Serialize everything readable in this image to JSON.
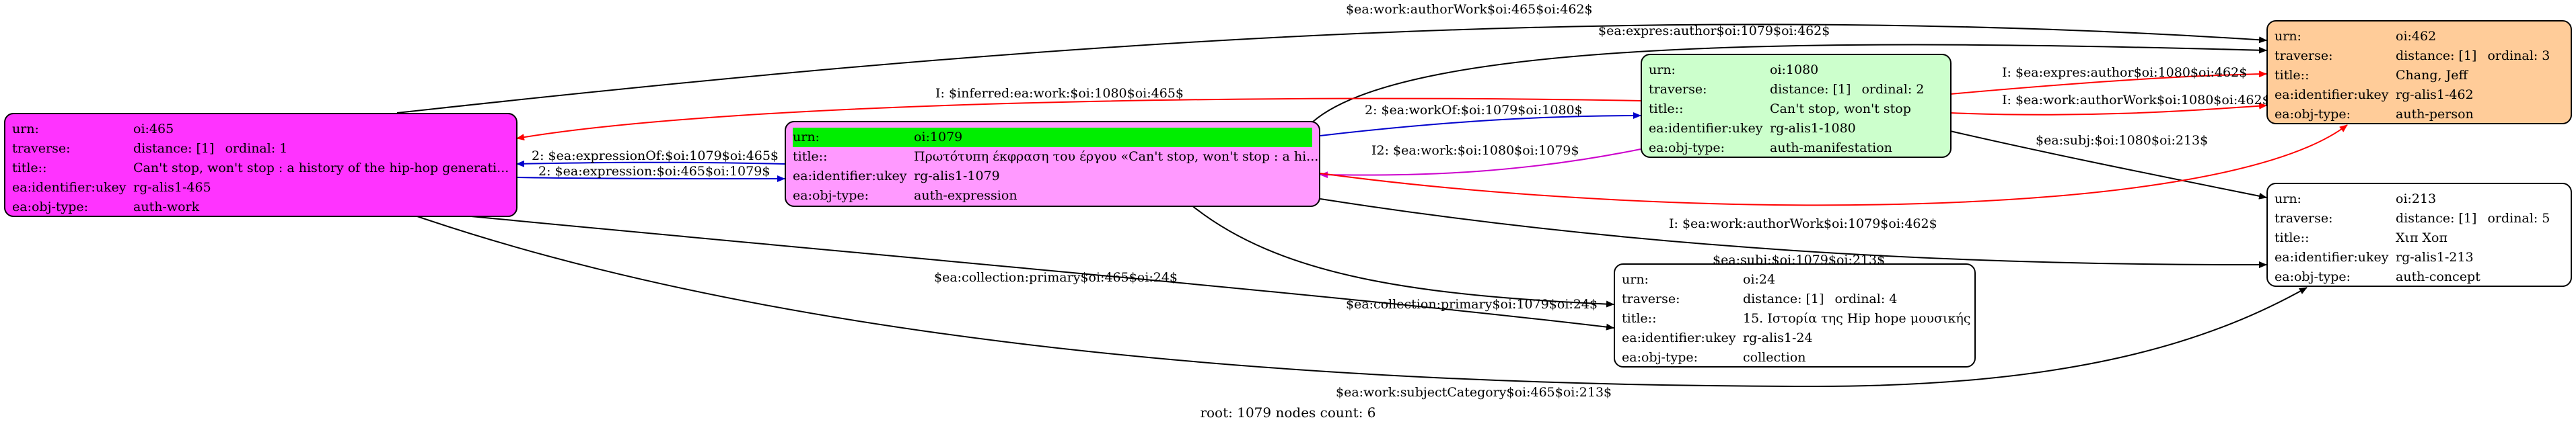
{
  "nodes": {
    "n465": {
      "fill": "#ff33ff",
      "urn": "oi:465",
      "traverse": "distance: [1]",
      "ordinal": "ordinal: 1",
      "title": "Can't stop, won't stop : a history of the hip-hop generati...",
      "ukey": "rg-alis1-465",
      "objtype": "auth-work"
    },
    "n1079": {
      "fill": "#ff99ff",
      "urn": "oi:1079",
      "title": "Πρωτότυπη έκφραση του έργου «Can't stop, won't stop : a hi...",
      "ukey": "rg-alis1-1079",
      "objtype": "auth-expression"
    },
    "n1080": {
      "fill": "#ccffcc",
      "urn": "oi:1080",
      "traverse": "distance: [1]",
      "ordinal": "ordinal: 2",
      "title": "Can't stop, won't stop",
      "ukey": "rg-alis1-1080",
      "objtype": "auth-manifestation"
    },
    "n462": {
      "fill": "#ffcc99",
      "urn": "oi:462",
      "traverse": "distance: [1]",
      "ordinal": "ordinal: 3",
      "title": "Chang, Jeff",
      "ukey": "rg-alis1-462",
      "objtype": "auth-person"
    },
    "n213": {
      "fill": "#ffffff",
      "urn": "oi:213",
      "traverse": "distance: [1]",
      "ordinal": "ordinal: 5",
      "title": "Χιπ Χοπ",
      "ukey": "rg-alis1-213",
      "objtype": "auth-concept"
    },
    "n24": {
      "fill": "#ffffff",
      "urn": "oi:24",
      "traverse": "distance: [1]",
      "ordinal": "ordinal: 4",
      "title": "15. Ιστορία της Hip hope μουσικής",
      "ukey": "rg-alis1-24",
      "objtype": "collection"
    }
  },
  "labels": {
    "urn": "urn:",
    "traverse": "traverse:",
    "title": "title::",
    "ukey": "ea:identifier:ukey",
    "objtype": "ea:obj-type:"
  },
  "edges": [
    {
      "id": "e1",
      "label": "$ea:work:authorWork$oi:465$oi:462$",
      "color": "#000000"
    },
    {
      "id": "e2",
      "label": "$ea:expres:author$oi:1079$oi:462$",
      "color": "#000000"
    },
    {
      "id": "e3",
      "label": "I: $inferred:ea:work:$oi:1080$oi:465$",
      "color": "#ff0000"
    },
    {
      "id": "e4",
      "label": "2: $ea:workOf:$oi:1079$oi:1080$",
      "color": "#0000cc"
    },
    {
      "id": "e5",
      "label": "2: $ea:expressionOf:$oi:1079$oi:465$",
      "color": "#0000cc"
    },
    {
      "id": "e6",
      "label": "2: $ea:expression:$oi:465$oi:1079$",
      "color": "#0000cc"
    },
    {
      "id": "e7",
      "label": "I2: $ea:work:$oi:1080$oi:1079$",
      "color": "#cc00cc"
    },
    {
      "id": "e8",
      "label": "I: $ea:expres:author$oi:1080$oi:462$",
      "color": "#ff0000"
    },
    {
      "id": "e9",
      "label": "I: $ea:work:authorWork$oi:1080$oi:462$",
      "color": "#ff0000"
    },
    {
      "id": "e10",
      "label": "$ea:subj:$oi:1080$oi:213$",
      "color": "#000000"
    },
    {
      "id": "e11",
      "label": "I: $ea:work:authorWork$oi:1079$oi:462$",
      "color": "#ff0000"
    },
    {
      "id": "e12",
      "label": "$ea:subj:$oi:1079$oi:213$",
      "color": "#000000"
    },
    {
      "id": "e13",
      "label": "$ea:collection:primary$oi:465$oi:24$",
      "color": "#000000"
    },
    {
      "id": "e14",
      "label": "$ea:collection:primary$oi:1079$oi:24$",
      "color": "#000000"
    },
    {
      "id": "e15",
      "label": "$ea:work:subjectCategory$oi:465$oi:213$",
      "color": "#000000"
    }
  ],
  "footer": "root: 1079 nodes count: 6"
}
